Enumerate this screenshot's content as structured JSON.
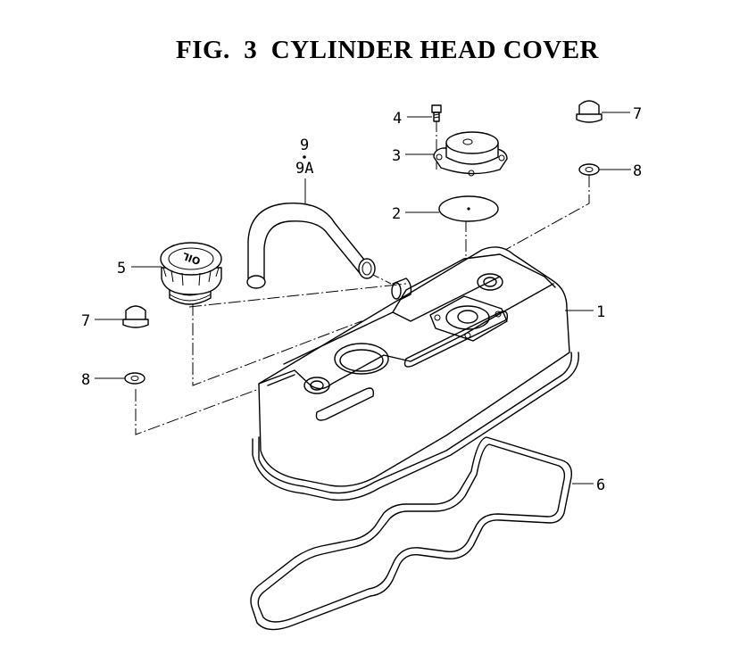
{
  "title": "FIG.  3  CYLINDER HEAD COVER",
  "callouts": [
    {
      "id": "p1",
      "text": "1"
    },
    {
      "id": "p2",
      "text": "2"
    },
    {
      "id": "p3",
      "text": "3"
    },
    {
      "id": "p4",
      "text": "4"
    },
    {
      "id": "p5",
      "text": "5"
    },
    {
      "id": "p6",
      "text": "6"
    },
    {
      "id": "p7a",
      "text": "7"
    },
    {
      "id": "p7b",
      "text": "7"
    },
    {
      "id": "p8a",
      "text": "8"
    },
    {
      "id": "p8b",
      "text": "8"
    },
    {
      "id": "p9",
      "text": "9"
    },
    {
      "id": "p9a",
      "text": "9A"
    }
  ],
  "cap_text": "OIL"
}
